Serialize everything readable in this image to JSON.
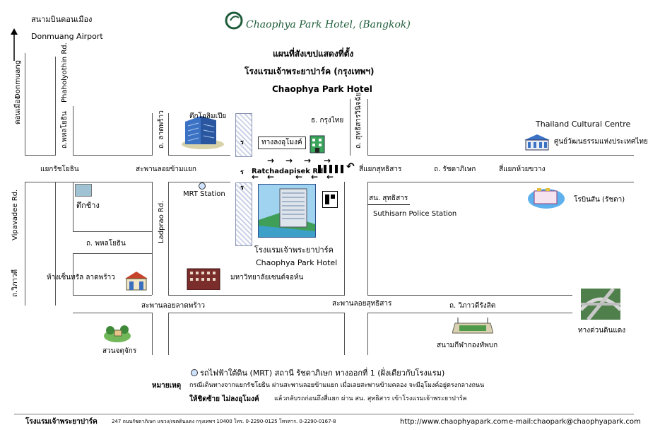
{
  "header": {
    "hotel_logo": "Chaophya Park Hotel, (Bangkok)",
    "title_th_1": "แผนที่สังเขปแสดงที่ตั้ง",
    "title_th_2": "โรงแรมเจ้าพระยาปาร์ค (กรุงเทพฯ)",
    "title_en": "Chaophya Park Hotel"
  },
  "airport": {
    "th": "สนามบินดอนเมือง",
    "en": "Donmuang Airport"
  },
  "roads": {
    "phaholyothin_en": "Phaholyothin Rd.",
    "phaholyothin_th": "ถ.พหลโยธิน",
    "donmuang_th": "ดอนเมือง",
    "donmuang_en": "Donmuang",
    "vipavadee_en": "Vipavadee Rd.",
    "vipavadee_th": "ถ.วิภาวดี",
    "ladprao_th": "ถ. ลาดพร้าว",
    "ladprao_en": "Ladprao Rd.",
    "sutthisarn_th": "ถ. สุทธิสารวินิจฉัย",
    "ratchadapisek_en": "Ratchadapisek Rd.",
    "ratchadapisek_th": "ถ. รัชดาภิเษก",
    "phaholyothin_th_2": "ถ. พหลโยธิน",
    "viphavadee_rangsit_th": "ถ. วิภาวดีรังสิต"
  },
  "junctions": {
    "ratchayothin": "แยกรัชโยธิน",
    "saphan_loi_kham_yaek": "สะพานลอยข้ามแยก",
    "sutthisarn": "สี่แยกสุทธิสาร",
    "huai_khwang": "สี่แยกห้วยขวาง",
    "saphan_ladprao": "สะพานลอยลาดพร้าว",
    "saphan_sutthisarn": "สะพานลอยสุทธิสาร",
    "underpass": "ทางลงอุโมงค์"
  },
  "places": {
    "olympia": "ตึกโอลิมเปีย",
    "krungthai": "ธ. กรุงไทย",
    "cultural_centre_en": "Thailand Cultural Centre",
    "cultural_centre_th": "ศูนย์วัฒนธรรมแห่งประเทศไทย",
    "elephant_building": "ตึกช้าง",
    "mrt_station": "MRT Station",
    "hotel_th": "โรงแรมเจ้าพระยาปาร์ค",
    "hotel_en": "Chaophya Park Hotel",
    "police_th": "สน. สุทธิสาร",
    "police_en": "Suthisarn Police Station",
    "robinson": "โรบินสัน (รัชดา)",
    "central": "ห้างเซ็นทรัล ลาดพร้าว",
    "st_john": "มหาวิทยาลัยเซนต์จอห์น",
    "chatuchak": "สวนจตุจักร",
    "stadium": "สนามกีฬากองทัพบก",
    "expressway": "ทางด่วนดินแดง"
  },
  "ratchada_marker": "ร",
  "notes": {
    "mrt": "รถไฟฟ้าใต้ดิน (MRT) สถานี รัชดาภิเษก ทางออกที่ 1 (ฝั่งเดียวกับโรงแรม)",
    "remark_label": "หมายเหตุ",
    "remark_text": "กรณีเดินทางจากแยกรัชโยธิน ผ่านสะพานลอยข้ามแยก เมื่อเลยสะพานข้ามคลอง จะมีอุโมงค์อยู่ตรงกลางถนน",
    "remark2_bold": "ให้ชิดซ้าย ไม่ลงอุโมงค์",
    "remark2_text": "แล้วกลับรถก่อนถึงสี่แยก ผ่าน สน. สุทธิสาร เข้าโรงแรมเจ้าพระยาปาร์ค"
  },
  "footer": {
    "hotel": "โรงแรมเจ้าพระยาปาร์ค",
    "address": "247 ถนนรัชดาภิเษก แขวง/เขตดินแดง กรุงเทพฯ 10400  โทร. 0-2290-0125  โทรสาร. 0-2290-0167-8",
    "web": "http://www.chaophyapark.com",
    "email": "e-mail:chaopark@chaophyapark.com"
  },
  "colors": {
    "logo_green": "#1f5d3a",
    "building_blue": "#3b72c4",
    "water_blue": "#3ca0c8"
  }
}
